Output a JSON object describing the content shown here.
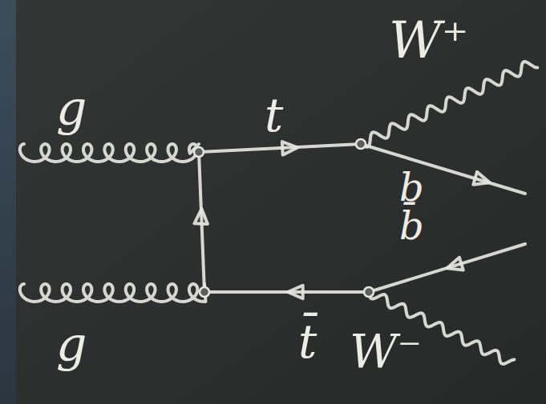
{
  "diagram": {
    "labels": [
      "g",
      "t",
      "W⁺",
      "b",
      "b̄",
      "g",
      "t̄",
      "W⁻"
    ]
  }
}
